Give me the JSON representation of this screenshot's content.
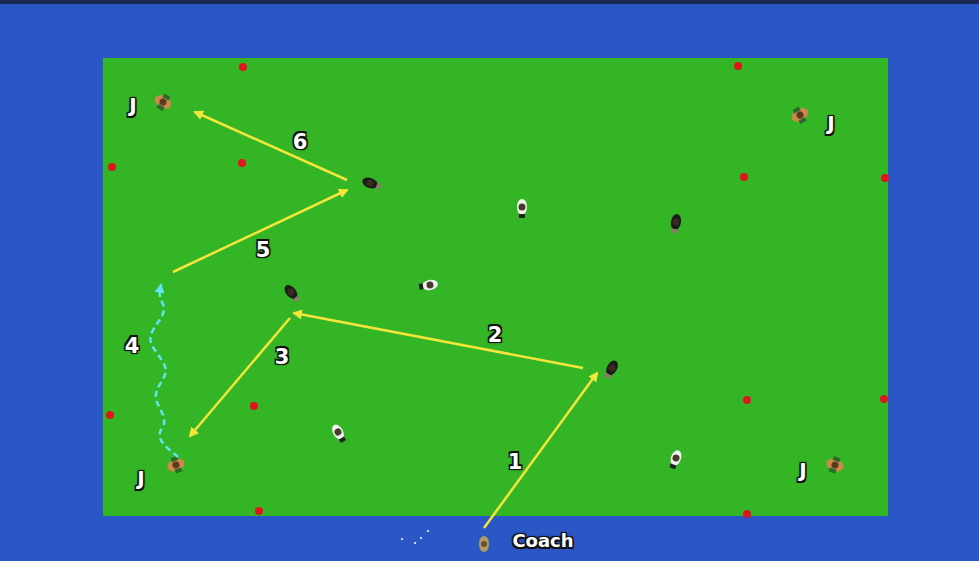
{
  "diagram": {
    "labels": [
      "J",
      "J",
      "6",
      "5",
      "4",
      "2",
      "3",
      "1",
      "J",
      "J",
      "Coach"
    ]
  }
}
